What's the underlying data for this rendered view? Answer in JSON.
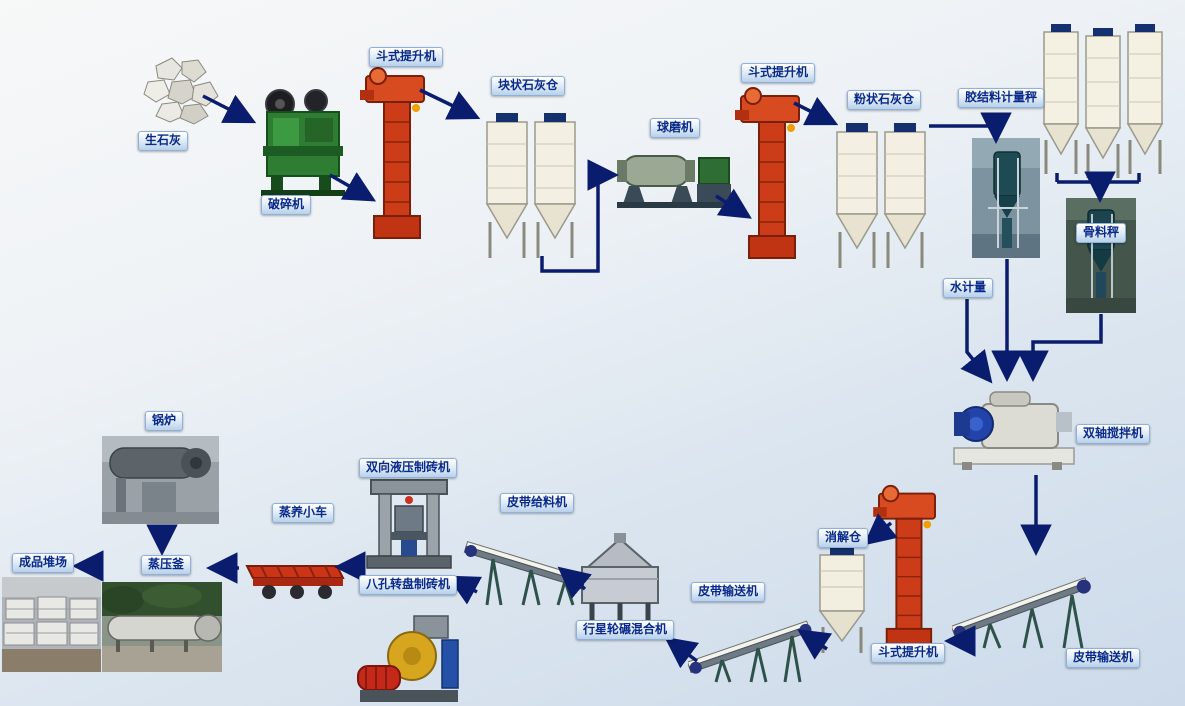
{
  "diagram": {
    "type": "process-flow",
    "subject": "lime-sand brick production line flow diagram"
  },
  "labels": {
    "quicklime": "生石灰",
    "crusher": "破碎机",
    "bucket_elevator": "斗式提升机",
    "block_lime_silo": "块状石灰仓",
    "ball_mill": "球磨机",
    "powder_lime_silo": "粉状石灰仓",
    "binder_scale": "胶结料计量秤",
    "aggregate_scale": "骨料秤",
    "water_meter": "水计量",
    "twin_shaft_mixer": "双轴搅拌机",
    "belt_conveyor": "皮带输送机",
    "slaking_silo": "消解仓",
    "planetary_mixer": "行星轮碾混合机",
    "belt_feeder": "皮带给料机",
    "hydraulic_brick_press": "双向液压制砖机",
    "rotary_brick_press": "八孔转盘制砖机",
    "steam_cart": "蒸养小车",
    "autoclave": "蒸压釜",
    "boiler": "锅炉",
    "product_yard": "成品堆场"
  },
  "flow": [
    [
      "quicklime",
      "crusher"
    ],
    [
      "crusher",
      "bucket_elevator_1"
    ],
    [
      "bucket_elevator_1",
      "block_lime_silo"
    ],
    [
      "block_lime_silo",
      "ball_mill"
    ],
    [
      "ball_mill",
      "bucket_elevator_2"
    ],
    [
      "bucket_elevator_2",
      "powder_lime_silo"
    ],
    [
      "powder_lime_silo",
      "binder_scale"
    ],
    [
      "storage_silos",
      "aggregate_scale"
    ],
    [
      "binder_scale",
      "twin_shaft_mixer"
    ],
    [
      "water_meter",
      "twin_shaft_mixer"
    ],
    [
      "aggregate_scale",
      "twin_shaft_mixer"
    ],
    [
      "twin_shaft_mixer",
      "belt_conveyor_1"
    ],
    [
      "belt_conveyor_1",
      "bucket_elevator_3"
    ],
    [
      "bucket_elevator_3",
      "slaking_silo"
    ],
    [
      "slaking_silo",
      "belt_conveyor_2"
    ],
    [
      "belt_conveyor_2",
      "planetary_mixer"
    ],
    [
      "planetary_mixer",
      "belt_feeder"
    ],
    [
      "belt_feeder",
      "brick_presses"
    ],
    [
      "brick_presses",
      "steam_cart"
    ],
    [
      "steam_cart",
      "autoclave"
    ],
    [
      "boiler",
      "autoclave"
    ],
    [
      "autoclave",
      "product_yard"
    ]
  ],
  "colors": {
    "arrow": "#0a1c6e",
    "label_text": "#0a2a8a",
    "label_border": "#8fb0d8",
    "background_top": "#f7f8f8",
    "background_bottom": "#ccdaea"
  }
}
